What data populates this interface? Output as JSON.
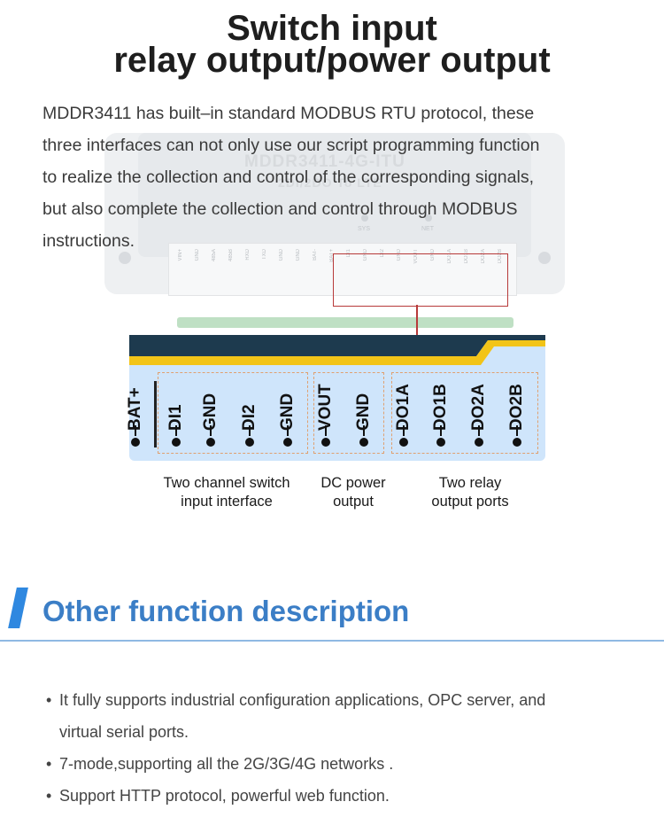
{
  "title": {
    "line1": "Switch input",
    "line2": "relay output/power output"
  },
  "device_photo": {
    "model": "MDDR3411-4G-ITU",
    "submodel": "2DI/2DO To LTE",
    "led_sys": "SYS",
    "led_net": "NET",
    "pins": [
      "VIN+",
      "GND",
      "485A",
      "485B",
      "RXD",
      "TXD",
      "GND",
      "GND",
      "BAT-",
      "BAT+",
      "DI1",
      "GND",
      "DI2",
      "GND",
      "VOUT",
      "GND",
      "DO1A",
      "DO1B",
      "DO2A",
      "DO2B"
    ]
  },
  "intro": {
    "lines": [
      "MDDR3411 has built–in standard MODBUS RTU protocol, these",
      "three interfaces can not only use our script programming function",
      " to realize the collection and control of the corresponding signals,",
      " but also complete the collection and control through MODBUS",
      "instructions."
    ]
  },
  "terminals": {
    "bat": "BAT+",
    "di1": "DI1",
    "gnd1": "GND",
    "di2": "DI2",
    "gnd2": "GND",
    "vout": "VOUT",
    "gnd3": "GND",
    "do1a": "DO1A",
    "do1b": "DO1B",
    "do2a": "DO2A",
    "do2b": "DO2B"
  },
  "captions": {
    "switch_line1": "Two channel switch",
    "switch_line2": "input interface",
    "power_line1": "DC power",
    "power_line2": "output",
    "relay_line1": "Two relay",
    "relay_line2": "output ports"
  },
  "section": {
    "title": "Other function description"
  },
  "bullets": {
    "mark": "•",
    "item1_line1": "It fully supports industrial configuration applications, OPC server, and",
    "item1_line2": "virtual serial ports.",
    "item2": "7-mode,supporting all the 2G/3G/4G networks .",
    "item3": "Support HTTP protocol, powerful web function."
  },
  "colors": {
    "title": "#1e1e1e",
    "section_title": "#3b7ec6",
    "section_accent": "#2f88e0",
    "panel": "#cfe5fb",
    "panel_dark": "#1d3a4e",
    "panel_yellow": "#f2c418",
    "callout": "#b73a3a",
    "group_dash": "#e0a070"
  }
}
